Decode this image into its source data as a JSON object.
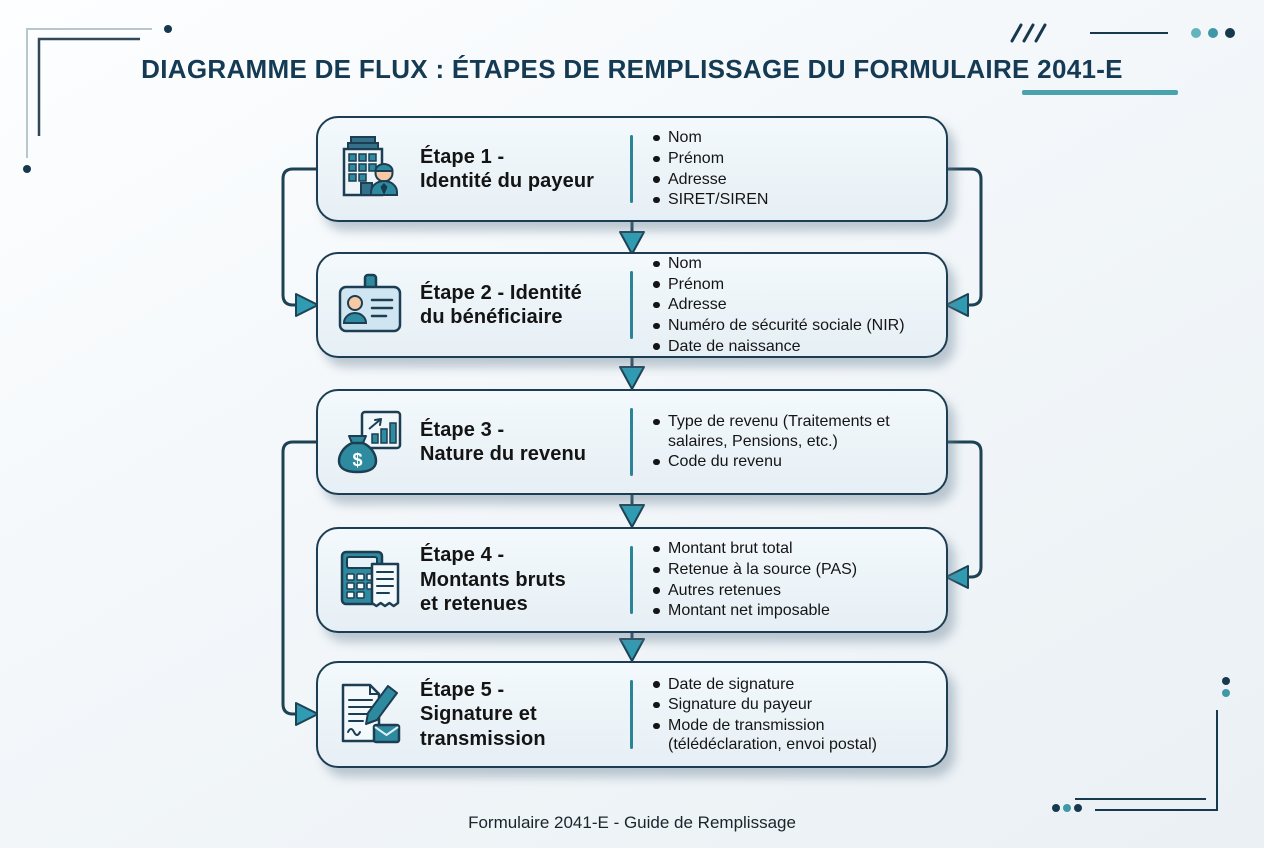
{
  "header": {
    "title": "DIAGRAMME DE FLUX : ÉTAPES DE REMPLISSAGE DU FORMULAIRE 2041-E"
  },
  "steps": [
    {
      "icon": "building-person-icon",
      "title": "Étape 1 - Identité du payeur",
      "title_lines": [
        "Étape 1 -",
        "Identité du payeur"
      ],
      "items": [
        "Nom",
        "Prénom",
        "Adresse",
        "SIRET/SIREN"
      ]
    },
    {
      "icon": "id-card-icon",
      "title": "Étape 2 - Identité du bénéficiaire",
      "title_lines": [
        "Étape 2 - Identité",
        "du bénéficiaire"
      ],
      "items": [
        "Nom",
        "Prénom",
        "Adresse",
        "Numéro de sécurité sociale (NIR)",
        "Date de naissance"
      ]
    },
    {
      "icon": "money-bag-chart-icon",
      "title": "Étape 3 - Nature du revenu",
      "title_lines": [
        "Étape 3 -",
        "Nature du revenu"
      ],
      "items": [
        "Type de revenu (Traitements et salaires, Pensions, etc.)",
        "Code du revenu"
      ]
    },
    {
      "icon": "calculator-receipt-icon",
      "title": "Étape 4 - Montants bruts et retenues",
      "title_lines": [
        "Étape 4 -",
        "Montants bruts",
        "et retenues"
      ],
      "items": [
        "Montant brut total",
        "Retenue à la source (PAS)",
        "Autres retenues",
        "Montant net imposable"
      ]
    },
    {
      "icon": "document-pen-envelope-icon",
      "title": "Étape 5 - Signature et transmission",
      "title_lines": [
        "Étape 5 -",
        "Signature et",
        "transmission"
      ],
      "items": [
        "Date de signature",
        "Signature du payeur",
        "Mode de transmission (télédéclaration, envoi postal)"
      ]
    }
  ],
  "footer": {
    "caption": "Formulaire 2041-E - Guide de Remplissage"
  },
  "colors": {
    "navy": "#1d3d52",
    "teal": "#2e8a9e",
    "arrowhead_teal": "#2f9cb3",
    "accent_underline": "#49a3ac",
    "box_background": "#ebf3f8",
    "title_text": "#143a54"
  }
}
